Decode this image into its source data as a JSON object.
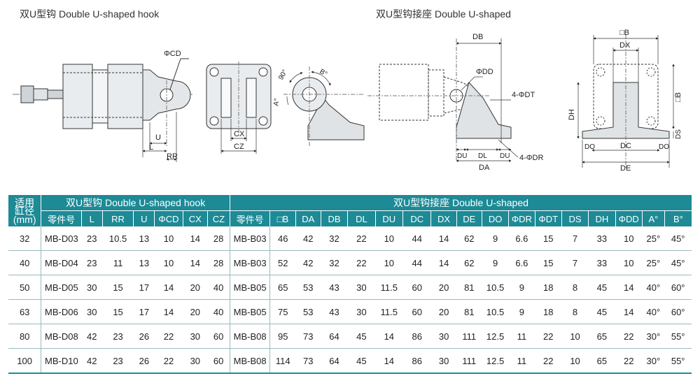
{
  "titles": {
    "hook": "双U型钩 Double U-shaped hook",
    "seat": "双U型钩接座 Double U-shaped"
  },
  "drawing_labels": {
    "phi_cd": "ΦCD",
    "u": "U",
    "l": "L",
    "rr": "RR",
    "cx": "CX",
    "cz": "CZ",
    "angle_90": "90°",
    "angle_b": "B°",
    "angle_a": "A°",
    "db": "DB",
    "phi_dd": "ΦDD",
    "four_phi_dt": "4-ΦDT",
    "four_phi_dr": "4-ΦDR",
    "du": "DU",
    "dl": "DL",
    "da": "DA",
    "box_b": "□B",
    "dx": "DX",
    "dh": "DH",
    "ds": "DS",
    "do": "DO",
    "dc": "DC",
    "de": "DE"
  },
  "table": {
    "bore_header": [
      "适用",
      "缸径",
      "(mm)"
    ],
    "group_hook": "双U型钩 Double U-shaped hook",
    "group_seat": "双U型钩接座 Double U-shaped",
    "columns_hook": [
      "零件号",
      "L",
      "RR",
      "U",
      "ΦCD",
      "CX",
      "CZ"
    ],
    "columns_seat": [
      "零件号",
      "□B",
      "DA",
      "DB",
      "DL",
      "DU",
      "DC",
      "DX",
      "DE",
      "DO",
      "ΦDR",
      "ΦDT",
      "DS",
      "DH",
      "ΦDD",
      "A°",
      "B°"
    ],
    "rows": [
      [
        "32",
        "MB-D03",
        "23",
        "10.5",
        "13",
        "10",
        "14",
        "28",
        "MB-B03",
        "46",
        "42",
        "32",
        "22",
        "10",
        "44",
        "14",
        "62",
        "9",
        "6.6",
        "15",
        "7",
        "33",
        "10",
        "25°",
        "45°"
      ],
      [
        "40",
        "MB-D04",
        "23",
        "11",
        "13",
        "10",
        "14",
        "28",
        "MB-B03",
        "52",
        "42",
        "32",
        "22",
        "10",
        "44",
        "14",
        "62",
        "9",
        "6.6",
        "15",
        "7",
        "33",
        "10",
        "25°",
        "45°"
      ],
      [
        "50",
        "MB-D05",
        "30",
        "15",
        "17",
        "14",
        "20",
        "40",
        "MB-B05",
        "65",
        "53",
        "43",
        "30",
        "11.5",
        "60",
        "20",
        "81",
        "10.5",
        "9",
        "18",
        "8",
        "45",
        "14",
        "40°",
        "60°"
      ],
      [
        "63",
        "MB-D06",
        "30",
        "15",
        "17",
        "14",
        "20",
        "40",
        "MB-B05",
        "75",
        "53",
        "43",
        "30",
        "11.5",
        "60",
        "20",
        "81",
        "10.5",
        "9",
        "18",
        "8",
        "45",
        "14",
        "40°",
        "60°"
      ],
      [
        "80",
        "MB-D08",
        "42",
        "23",
        "26",
        "22",
        "30",
        "60",
        "MB-B08",
        "95",
        "73",
        "64",
        "45",
        "14",
        "86",
        "30",
        "111",
        "12.5",
        "11",
        "22",
        "10",
        "65",
        "22",
        "30°",
        "55°"
      ],
      [
        "100",
        "MB-D10",
        "42",
        "23",
        "26",
        "22",
        "30",
        "60",
        "MB-B08",
        "114",
        "73",
        "64",
        "45",
        "14",
        "86",
        "30",
        "111",
        "12.5",
        "11",
        "22",
        "10",
        "65",
        "22",
        "30°",
        "55°"
      ]
    ]
  }
}
